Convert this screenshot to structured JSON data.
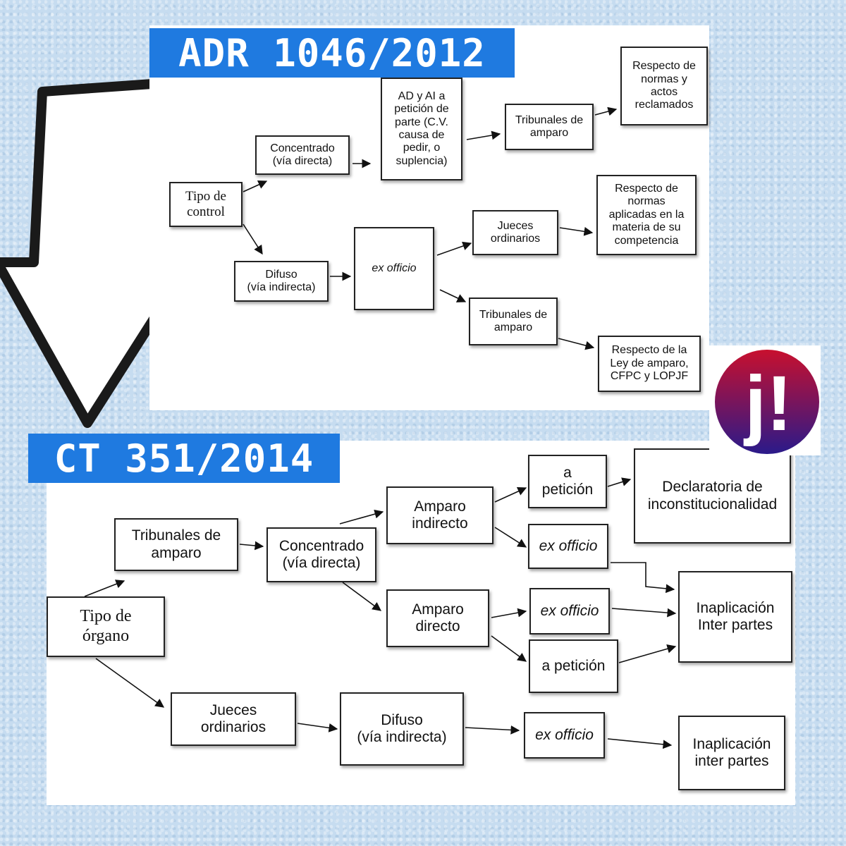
{
  "top": {
    "title": "ADR 1046/2012",
    "nodes": {
      "tipo": "Tipo de\ncontrol",
      "concentrado": "Concentrado\n(vía directa)",
      "difuso": "Difuso\n(vía indirecta)",
      "ad_ai": "AD y AI a\npetición de\nparte (C.V.\ncausa de\npedir, o\nsuplencia)",
      "ex_officio": "ex officio",
      "tribunales_1": "Tribunales de\namparo",
      "jueces": "Jueces\nordinarios",
      "tribunales_2": "Tribunales de\namparo",
      "respecto_normas_actos": "Respecto de\nnormas y\nactos\nreclamados",
      "respecto_normas_aplicadas": "Respecto de\nnormas\naplicadas en la\nmateria de su\ncompetencia",
      "respecto_ley": "Respecto de la\nLey de amparo,\nCFPC y LOPJF"
    }
  },
  "bottom": {
    "title": "CT 351/2014",
    "nodes": {
      "tipo": "Tipo de\nórgano",
      "tribunales": "Tribunales de\namparo",
      "jueces": "Jueces\nordinarios",
      "concentrado": "Concentrado\n(vía directa)",
      "difuso": "Difuso\n(vía indirecta)",
      "amparo_indirecto": "Amparo\nindirecto",
      "amparo_directo": "Amparo\ndirecto",
      "a_peticion_1": "a\npetición",
      "ex_officio_1": "ex officio",
      "ex_officio_2": "ex officio",
      "a_peticion_2": "a petición",
      "ex_officio_3": "ex officio",
      "declaratoria": "Declaratoria de\ninconstitucionalidad",
      "inaplicacion_1": "Inaplicación\nInter partes",
      "inaplicacion_2": "Inaplicación\ninter partes"
    }
  },
  "logo": {
    "text": "j!"
  },
  "colors": {
    "banner": "#1f7ae0",
    "background": "#c6dcf0",
    "logo_top": "#c8102e",
    "logo_bottom": "#2a1a8a"
  }
}
